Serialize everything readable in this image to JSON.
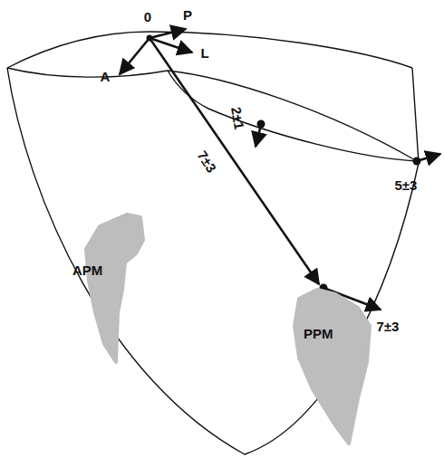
{
  "diagram": {
    "nodes": [
      {
        "text": [
          "APM"
        ]
      },
      {
        "text": [
          "PPM"
        ]
      }
    ],
    "labels": [
      "0",
      "P",
      "L",
      "A",
      "2±1",
      "7±3",
      "5±3",
      "7±3"
    ]
  }
}
